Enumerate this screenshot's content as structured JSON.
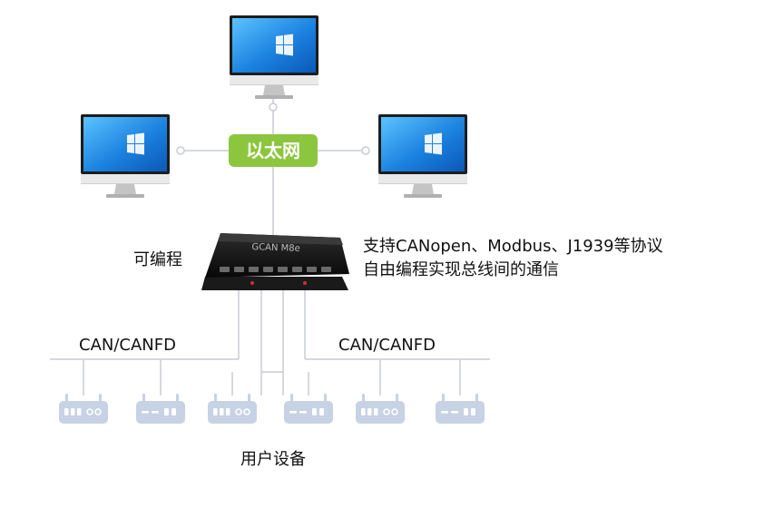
{
  "network_label": "以太网",
  "device_model": "GCAN M8e",
  "programmable_label": "可编程",
  "protocol_line1": "支持CANopen、Modbus、J1939等协议",
  "protocol_line2": "自由编程实现总线间的通信",
  "bus_left_label": "CAN/CANFD",
  "bus_right_label": "CAN/CANFD",
  "user_devices_label": "用户设备",
  "icons": {
    "computer": "desktop-computer-icon",
    "gateway": "gateway-device-icon",
    "field_device": "field-device-icon"
  },
  "colors": {
    "ethernet_badge": "#8cc63f",
    "line": "#c9ccd3",
    "device": "#c7d2e4",
    "monitor_screen": "#2a8ee6",
    "gateway_body": "#141414"
  }
}
